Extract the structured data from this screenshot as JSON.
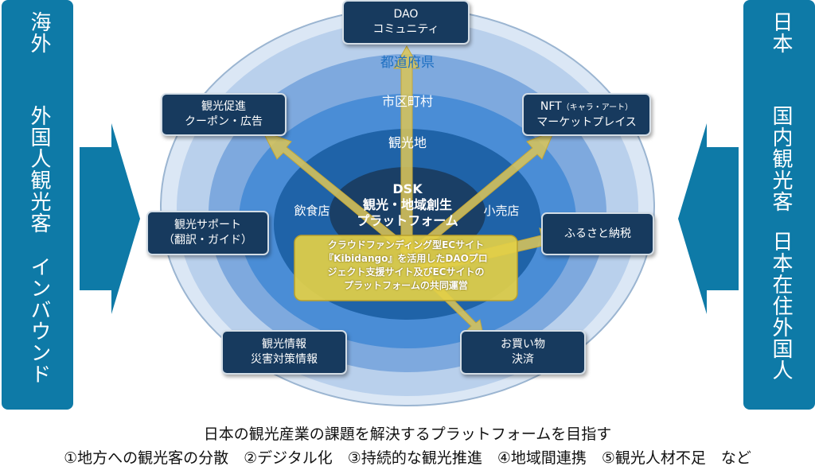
{
  "left_panel": {
    "col1": "海外",
    "col2": "外国人観光客",
    "col3": "インバウンド"
  },
  "right_panel": {
    "col1": "日本",
    "col2": "国内観光客",
    "col3": "日本在住外国人"
  },
  "rings": {
    "prefecture": "都道府県",
    "city": "市区町村",
    "tourist_spot": "観光地",
    "restaurant": "飲食店",
    "shop": "小売店"
  },
  "center": {
    "line1": "DSK",
    "line2": "観光・地域創生",
    "line3": "プラットフォーム"
  },
  "boxes": {
    "dao": [
      "DAO",
      "コミュニティ"
    ],
    "promo": [
      "観光促進",
      "クーポン・広告"
    ],
    "nft_title": "NFT",
    "nft_small": "（キャラ・アート）",
    "nft_line2": "マーケットプレイス",
    "support": [
      "観光サポート",
      "（翻訳・ガイド）"
    ],
    "furusato": [
      "ふるさと納税"
    ],
    "info": [
      "観光情報",
      "災害対策情報"
    ],
    "shopping": [
      "お買い物",
      "決済"
    ]
  },
  "yellow_box": {
    "line1": "クラウドファンディング型ECサイト",
    "line2": "『Kibidango』を活用したDAOプロ",
    "line3": "ジェクト支援サイト及びECサイトの",
    "line4": "プラットフォームの共同運営"
  },
  "caption": {
    "line1": "日本の観光産業の課題を解決するプラットフォームを目指す",
    "line2": "①地方への観光客の分散　②デジタル化　③持続的な観光推進　④地域間連携　⑤観光人材不足　など"
  },
  "colors": {
    "side_panel": "#0e7aa7",
    "box": "#173a5e",
    "arrow": "#d8c45a",
    "yellow_box": "#e3cf46"
  }
}
